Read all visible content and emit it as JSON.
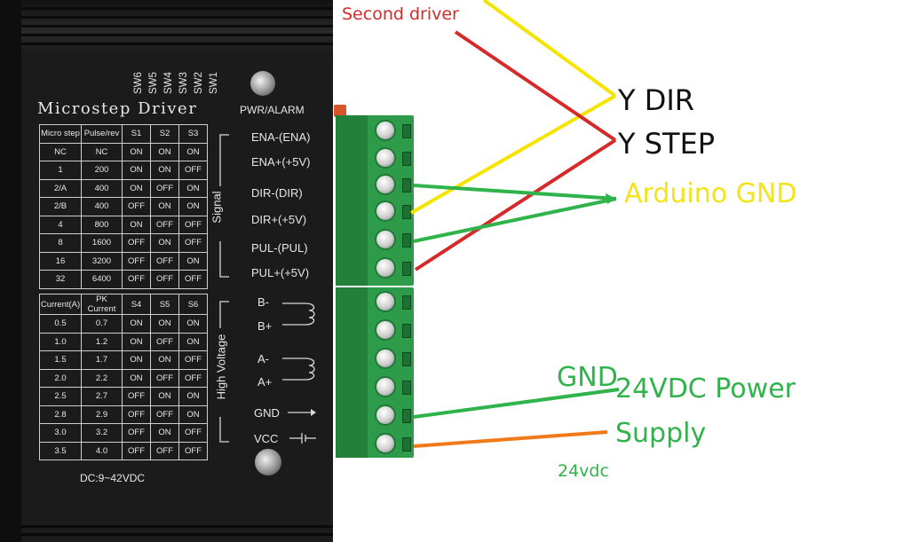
{
  "driver": {
    "title": "Microstep Driver",
    "switches": [
      "SW6",
      "SW5",
      "SW4",
      "SW3",
      "SW2",
      "SW1"
    ],
    "pwr_alarm_label": "PWR/ALARM",
    "supply_range": "DC:9~42VDC",
    "signal_group_label": "Signal",
    "high_voltage_label": "High Voltage",
    "signal_pins": [
      "ENA-(ENA)",
      "ENA+(+5V)",
      "DIR-(DIR)",
      "DIR+(+5V)",
      "PUL-(PUL)",
      "PUL+(+5V)"
    ],
    "motor_pins": [
      "B-",
      "B+",
      "A-",
      "A+"
    ],
    "power_pins": [
      "GND",
      "VCC"
    ]
  },
  "microstep_table": {
    "headers": [
      "Micro step",
      "Pulse/rev",
      "S1",
      "S2",
      "S3"
    ],
    "rows": [
      [
        "NC",
        "NC",
        "ON",
        "ON",
        "ON"
      ],
      [
        "1",
        "200",
        "ON",
        "ON",
        "OFF"
      ],
      [
        "2/A",
        "400",
        "ON",
        "OFF",
        "ON"
      ],
      [
        "2/B",
        "400",
        "OFF",
        "ON",
        "ON"
      ],
      [
        "4",
        "800",
        "ON",
        "OFF",
        "OFF"
      ],
      [
        "8",
        "1600",
        "OFF",
        "ON",
        "OFF"
      ],
      [
        "16",
        "3200",
        "OFF",
        "OFF",
        "ON"
      ],
      [
        "32",
        "6400",
        "OFF",
        "OFF",
        "OFF"
      ]
    ]
  },
  "current_table": {
    "headers": [
      "Current(A)",
      "PK Current",
      "S4",
      "S5",
      "S6"
    ],
    "rows": [
      [
        "0.5",
        "0.7",
        "ON",
        "ON",
        "ON"
      ],
      [
        "1.0",
        "1.2",
        "ON",
        "OFF",
        "ON"
      ],
      [
        "1.5",
        "1.7",
        "ON",
        "ON",
        "OFF"
      ],
      [
        "2.0",
        "2.2",
        "ON",
        "OFF",
        "OFF"
      ],
      [
        "2.5",
        "2.7",
        "OFF",
        "ON",
        "ON"
      ],
      [
        "2.8",
        "2.9",
        "OFF",
        "OFF",
        "ON"
      ],
      [
        "3.0",
        "3.2",
        "OFF",
        "ON",
        "OFF"
      ],
      [
        "3.5",
        "4.0",
        "OFF",
        "OFF",
        "OFF"
      ]
    ]
  },
  "annotations": {
    "second_driver": "Second driver",
    "y_dir": "Y DIR",
    "y_step": "Y STEP",
    "arduino_gnd": "Arduino GND",
    "gnd": "GND",
    "power_line1": "24VDC Power",
    "power_line2": "Supply",
    "vdc": "24vdc"
  },
  "colors": {
    "red_wire": "#d62a2a",
    "yellow_wire": "#f5e400",
    "green_wire": "#2fb34a",
    "orange_wire": "#f07a1a",
    "arduino_text": "#f2e31a",
    "power_text": "#2fb34a",
    "second_driver_text": "#d62a2a"
  }
}
